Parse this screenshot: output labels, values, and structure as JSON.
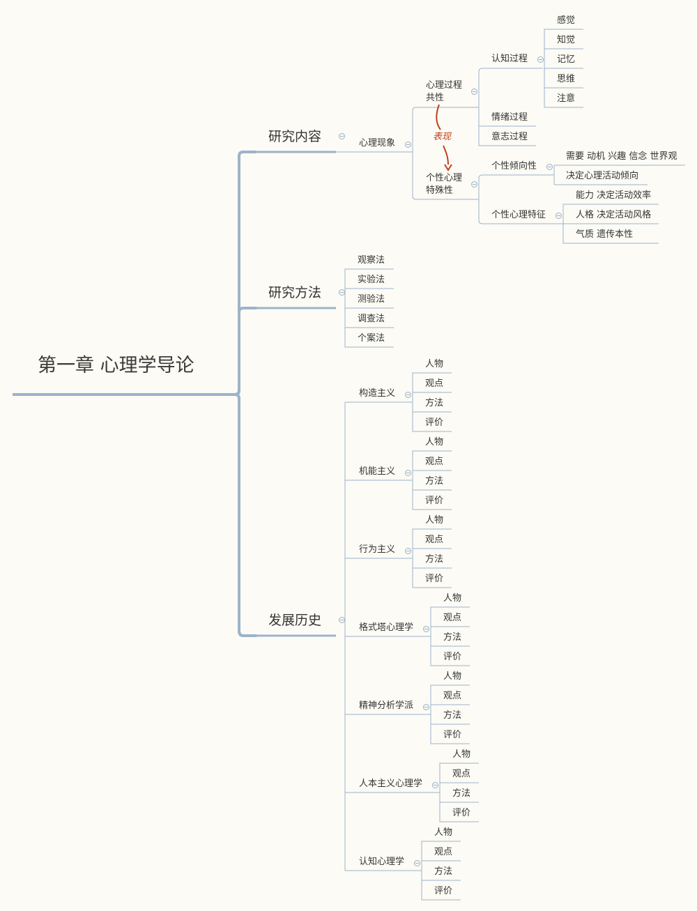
{
  "root": "第一章 心理学导论",
  "branches": {
    "content": {
      "title": "研究内容",
      "phenomena": "心理现象",
      "process_title": "心理过程\n共性",
      "relation_label": "表现",
      "personality_title": "个性心理\n特殊性",
      "cognitive": "认知过程",
      "cognitive_items": [
        "感觉",
        "知觉",
        "记忆",
        "思维",
        "注意"
      ],
      "emotion": "情绪过程",
      "will": "意志过程",
      "tendency": "个性倾向性",
      "tendency_items": [
        "需要 动机 兴趣 信念 世界观",
        "决定心理活动倾向"
      ],
      "traits": "个性心理特征",
      "traits_items": [
        "能力 决定活动效率",
        "人格 决定活动风格",
        "气质 遗传本性"
      ]
    },
    "methods": {
      "title": "研究方法",
      "items": [
        "观察法",
        "实验法",
        "测验法",
        "调查法",
        "个案法"
      ]
    },
    "history": {
      "title": "发展历史",
      "aspects": [
        "人物",
        "观点",
        "方法",
        "评价"
      ],
      "schools": [
        "构造主义",
        "机能主义",
        "行为主义",
        "格式塔心理学",
        "精神分析学派",
        "人本主义心理学",
        "认知心理学"
      ]
    }
  },
  "colors": {
    "background": "#fcfbf5",
    "line": "#9db3ca",
    "accent": "#c0401a"
  }
}
